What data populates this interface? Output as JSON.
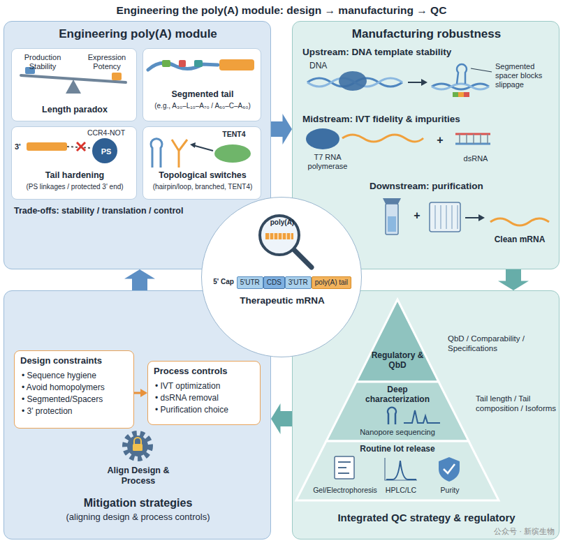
{
  "diagram": {
    "title": "Engineering the poly(A) module: design → manufacturing → QC",
    "nodes": [
      {
        "text": [
          "Engineering poly(A) module",
          "Trade-offs: stability / translation / control"
        ]
      },
      {
        "text": [
          "Production Stability",
          "Expression Potency",
          "Length paradox"
        ],
        "in": 0
      },
      {
        "text": [
          "Segmented tail",
          "(e.g., A₃₀–L₁₀–A₇₀ / A₆₀–C–A₆₀)"
        ],
        "in": 0
      },
      {
        "text": [
          "Tail hardening",
          "(PS linkages / protected 3' end)"
        ],
        "in": 0
      },
      {
        "text": [
          "Topological switches",
          "(hairpin/loop, branched, TENT4)"
        ],
        "in": 0
      },
      {
        "text": [
          "Manufacturing robustness",
          "Upstream: DNA template stability",
          "Midstream: IVT fidelity & impurities",
          "Downstream: purification"
        ]
      },
      {
        "text": [
          "Mitigation strategies",
          "(aligning design & process controls)"
        ]
      },
      {
        "text": [
          "Design constraints",
          "• Sequence hygiene",
          "• Avoid homopolymers",
          "• Segmented/Spacers",
          "• 3' protection"
        ],
        "in": 6
      },
      {
        "text": [
          "Process controls",
          "• IVT optimization",
          "• dsRNA removal",
          "• Purification choice"
        ],
        "in": 6
      },
      {
        "text": [
          "Integrated QC strategy & regulatory"
        ]
      },
      {
        "text": [
          "Regulatory & QbD"
        ],
        "in": 9
      },
      {
        "text": [
          "Deep characterization",
          "Nanopore sequencing"
        ],
        "in": 9
      },
      {
        "text": [
          "Routine lot release",
          "Gel/Electrophoresis",
          "HPLC/LC",
          "Purity"
        ],
        "in": 9
      },
      {
        "text": [
          "poly(A)",
          "Therapeutic mRNA"
        ]
      },
      {
        "text": [
          "5'UTR"
        ],
        "in": 13
      },
      {
        "text": [
          "CDS"
        ],
        "in": 13
      },
      {
        "text": [
          "3'UTR"
        ],
        "in": 13
      },
      {
        "text": [
          "poly(A) tail"
        ],
        "in": 13
      }
    ],
    "edges": [
      {
        "from": 0,
        "to": 5,
        "arrow": "to"
      },
      {
        "from": 5,
        "to": 9,
        "arrow": "to"
      },
      {
        "from": 9,
        "to": 6,
        "arrow": "to"
      },
      {
        "from": 6,
        "to": 0,
        "arrow": "to"
      },
      {
        "from": 7,
        "to": 8,
        "arrow": "to"
      }
    ],
    "labels": [
      "CCR4-NOT",
      "PS",
      "3'",
      "TENT4",
      "DNA",
      "Segmented spacer blocks slippage",
      "T7 RNA polymerase",
      "+",
      "dsRNA",
      "+",
      "Clean mRNA",
      "Align Design & Process",
      "QbD / Comparability / Specifications",
      "Tail length / Tail composition / Isoforms",
      "5' Cap",
      "公众号 · 新缤生物"
    ]
  }
}
